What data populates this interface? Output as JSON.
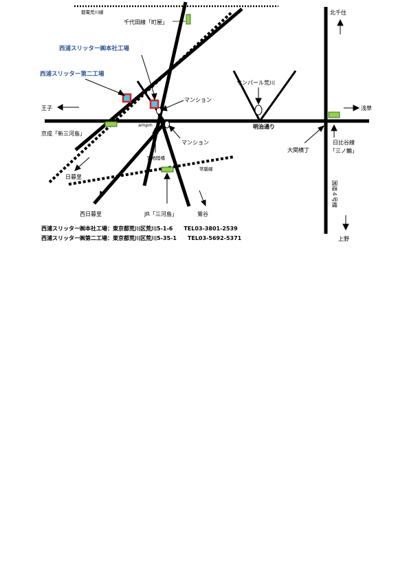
{
  "colors": {
    "label_blue": "#2f5597",
    "station_fill": "#92d050",
    "station_stroke": "#3f6b1e",
    "factory_border": "#e02020",
    "factory_fill": "#4fc3e8",
    "road": "#000000"
  },
  "labels": {
    "toden": "都電荒川線",
    "chiyoda_machiya": "千代田線「町屋」",
    "factory_main": "西浦スリッター㈱本社工場",
    "factory_second": "西浦スリッター第二工場",
    "ouji": "王子",
    "keisei_shinmikawashima": "京成「新三河島」",
    "nippori": "日暮里",
    "nishi_nippori": "西日暮里",
    "jr_mikawashima": "JR「三河島」",
    "uguisudani": "鶯谷",
    "joban_line": "常磐線",
    "miyachi_rikkyo": "宮地陸橋",
    "ampm": "ampm",
    "mansion_1": "マンション",
    "mansion_2": "マンション",
    "sunpearl": "サンパール荒川",
    "meiji_dori": "明治通り",
    "otakebashi": "大関横丁",
    "kitasenju": "北千住",
    "asakusa": "浅草",
    "hibiya_line": "日比谷線",
    "minowa": "「三ノ輪」",
    "route4": "国道４号線",
    "ueno": "上野"
  },
  "addresses": [
    {
      "text": "西浦スリッター㈱本社工場：東京都荒川区荒川5-1-6　　TEL03-3801-2539"
    },
    {
      "text": "西浦スリッター㈱第二工場：東京都荒川区荒川5-35-1　　TEL03-5692-5371"
    }
  ]
}
